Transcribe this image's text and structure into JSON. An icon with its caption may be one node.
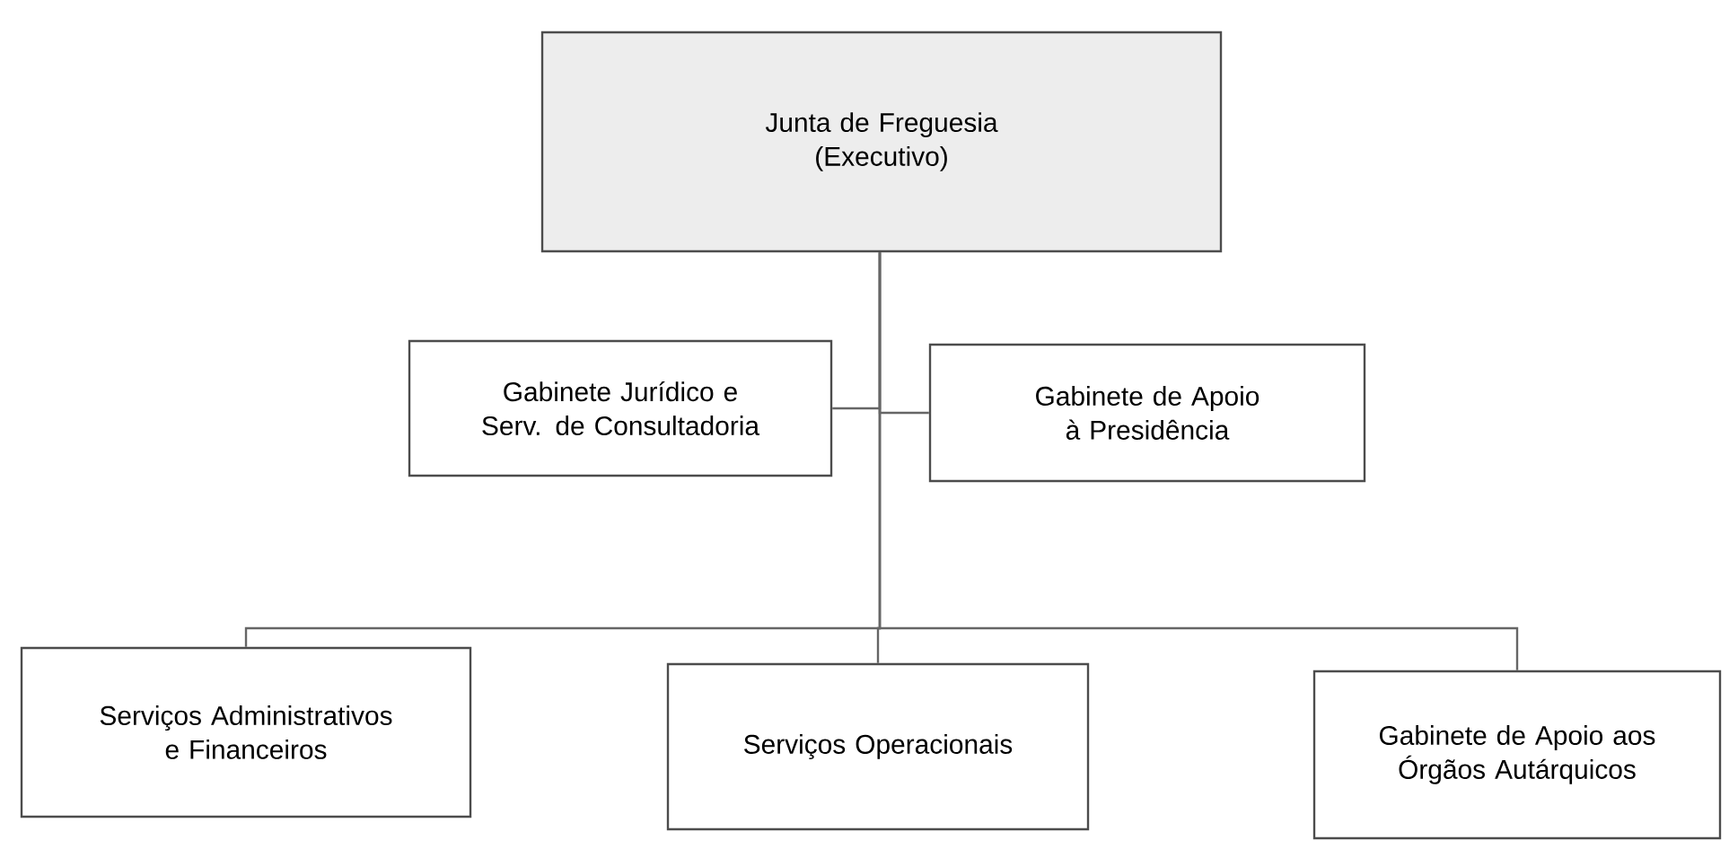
{
  "diagram": {
    "nodes": [
      {
        "text": [
          "Junta de Freguesia (Executivo)"
        ]
      },
      {
        "text": [
          "Gabinete Jurídico e Serv. de Consultadoria"
        ]
      },
      {
        "text": [
          "Gabinete de Apoio à Presidência"
        ]
      },
      {
        "text": [
          "Serviços Administrativos e Financeiros"
        ]
      },
      {
        "text": [
          "Serviços Operacionais"
        ]
      },
      {
        "text": [
          "Gabinete de Apoio aos Órgãos Autárquicos"
        ]
      }
    ],
    "edges": [
      {
        "from": 0,
        "to": 1,
        "arrow": "none"
      },
      {
        "from": 0,
        "to": 2,
        "arrow": "none"
      },
      {
        "from": 0,
        "to": 3,
        "arrow": "none"
      },
      {
        "from": 0,
        "to": 4,
        "arrow": "none"
      },
      {
        "from": 0,
        "to": 5,
        "arrow": "none"
      }
    ]
  }
}
